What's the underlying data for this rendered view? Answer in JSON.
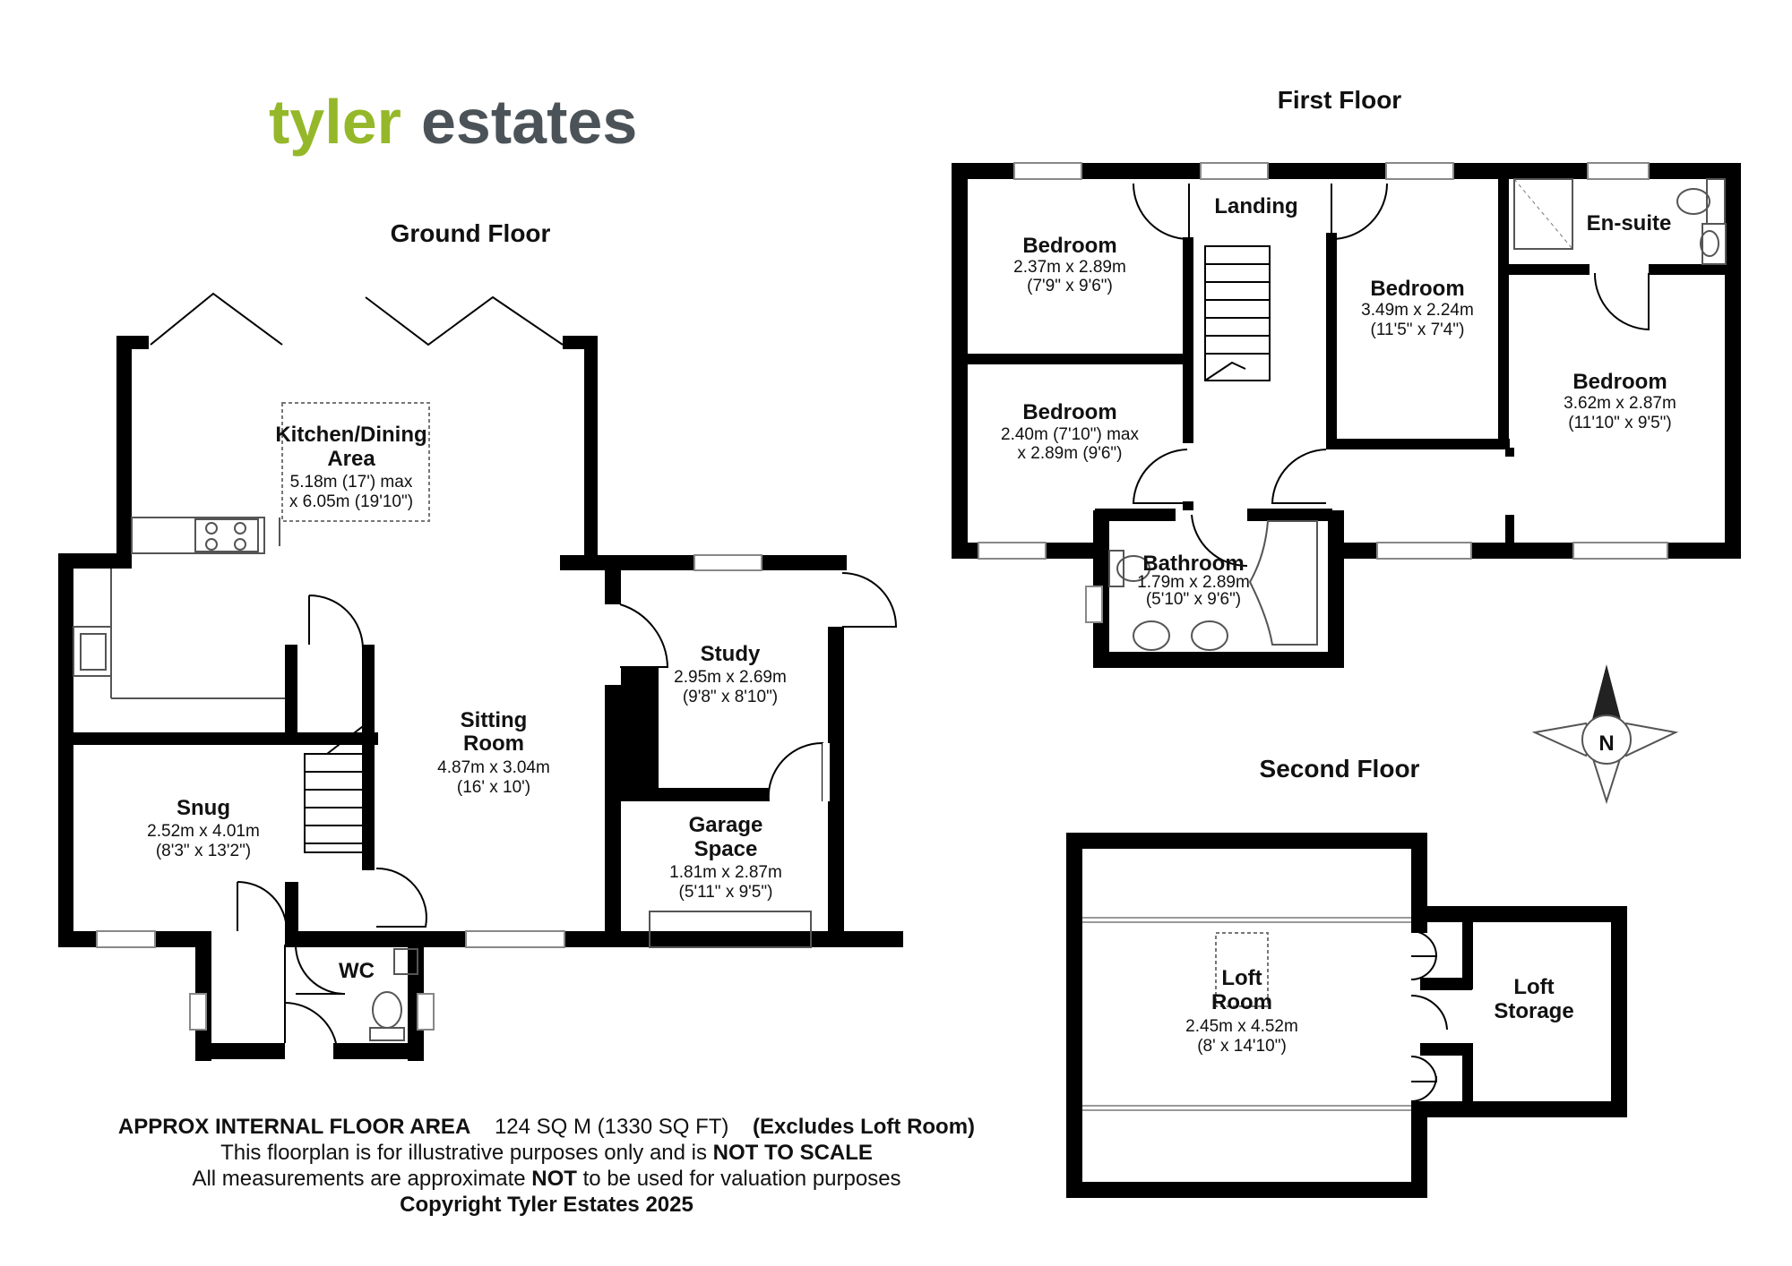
{
  "brand": {
    "part1": "tyler",
    "part2": "estates",
    "color1": "#95b82a",
    "color2": "#4b5358"
  },
  "floors": {
    "ground": "Ground Floor",
    "first": "First Floor",
    "second": "Second Floor"
  },
  "rooms": {
    "kitchen": {
      "name1": "Kitchen/Dining",
      "name2": "Area",
      "dim1": "5.18m (17') max",
      "dim2": "x 6.05m (19'10\")"
    },
    "sitting": {
      "name1": "Sitting",
      "name2": "Room",
      "dim1": "4.87m x 3.04m",
      "dim2": "(16' x 10')"
    },
    "snug": {
      "name": "Snug",
      "dim1": "2.52m x 4.01m",
      "dim2": "(8'3\" x 13'2\")"
    },
    "study": {
      "name": "Study",
      "dim1": "2.95m x 2.69m",
      "dim2": "(9'8\" x 8'10\")"
    },
    "garage": {
      "name1": "Garage",
      "name2": "Space",
      "dim1": "1.81m x 2.87m",
      "dim2": "(5'11\" x 9'5\")"
    },
    "wc": {
      "name": "WC"
    },
    "landing": {
      "name": "Landing"
    },
    "bed1": {
      "name": "Bedroom",
      "dim1": "2.37m x 2.89m",
      "dim2": "(7'9\" x 9'6\")"
    },
    "bed2": {
      "name": "Bedroom",
      "dim1": "2.40m (7'10\") max",
      "dim2": "x 2.89m (9'6\")"
    },
    "bed3": {
      "name": "Bedroom",
      "dim1": "3.49m x 2.24m",
      "dim2": "(11'5\" x 7'4\")"
    },
    "bed4": {
      "name": "Bedroom",
      "dim1": "3.62m x 2.87m",
      "dim2": "(11'10\" x 9'5\")"
    },
    "ensuite": {
      "name": "En-suite"
    },
    "bathroom": {
      "name": "Bathroom",
      "dim1": "1.79m x 2.89m",
      "dim2": "(5'10\" x 9'6\")"
    },
    "loft": {
      "name1": "Loft",
      "name2": "Room",
      "dim1": "2.45m x 4.52m",
      "dim2": "(8' x 14'10\")"
    },
    "loftstorage": {
      "name1": "Loft",
      "name2": "Storage"
    }
  },
  "compass": {
    "letter": "N"
  },
  "footer": {
    "area_label": "APPROX INTERNAL FLOOR AREA",
    "area_value": "124 SQ M (1330 SQ FT)",
    "area_note": "(Excludes Loft Room)",
    "line2_a": "This floorplan is for illustrative purposes only and is",
    "line2_b": "NOT TO SCALE",
    "line3_a": "All measurements are approximate",
    "line3_b": "NOT",
    "line3_c": "to be used for valuation purposes",
    "copyright": "Copyright Tyler Estates 2025"
  }
}
